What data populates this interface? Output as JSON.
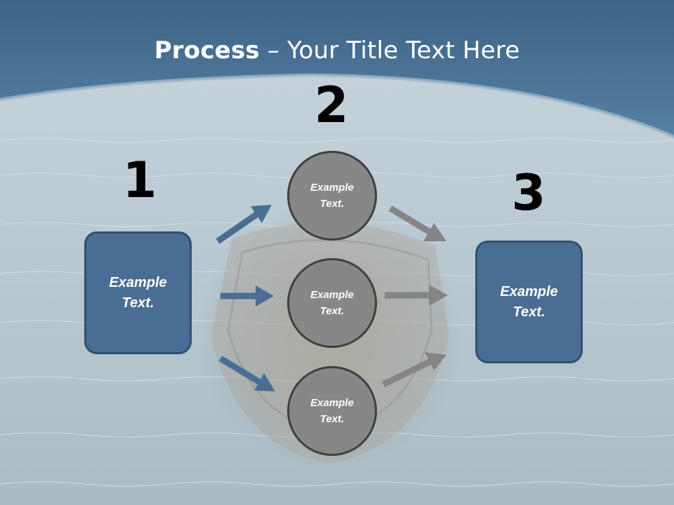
{
  "title": {
    "bold": "Process",
    "rest": " – Your Title Text Here"
  },
  "steps": {
    "one": "1",
    "two": "2",
    "three": "3"
  },
  "left_box": {
    "line1": "Example",
    "line2": "Text."
  },
  "right_box": {
    "line1": "Example",
    "line2": "Text."
  },
  "circles": [
    {
      "line1": "Example",
      "line2": "Text."
    },
    {
      "line1": "Example",
      "line2": "Text."
    },
    {
      "line1": "Example",
      "line2": "Text."
    }
  ],
  "colors": {
    "header_blue": "#4a7396",
    "box_fill": "#4a6e93",
    "box_border": "#2f4f70",
    "circle_fill": "#878787",
    "circle_border": "#3f3f3f",
    "arrow_blue": "#4a6e93",
    "arrow_gray": "#858585"
  }
}
